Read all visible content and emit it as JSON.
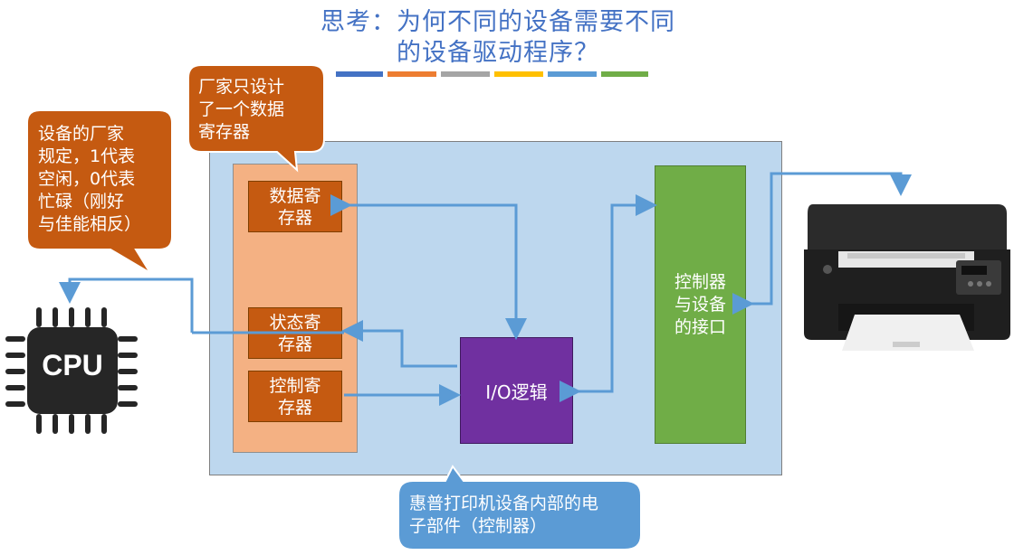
{
  "title": {
    "line1": "思考：为何不同的设备需要不同",
    "line2": "的设备驱动程序？"
  },
  "title_bar_colors": [
    "#4472c4",
    "#ed7d31",
    "#a5a5a5",
    "#ffc000",
    "#5b9bd5",
    "#70ad47"
  ],
  "registers": {
    "data": "数据寄\n存器",
    "status": "状态寄\n存器",
    "control": "控制寄\n存器"
  },
  "io_logic": "I/O逻辑",
  "controller_interface": "控制器\n与设备\n的接口",
  "callouts": {
    "manufacturer_rule": "设备的厂家\n规定，1代表\n空闲，0代表\n忙碌（刚好\n与佳能相反）",
    "manufacturer_design": "厂家只设计\n了一个数据\n寄存器",
    "hp_parts": "惠普打印机设备内部的电\n子部件（控制器）"
  },
  "cpu_label": "CPU",
  "colors": {
    "title": "#4472c4",
    "callout_orange": "#c55a11",
    "register_column": "#f4b183",
    "io_logic": "#7030a0",
    "controller": "#70ad47",
    "board": "#bdd7ee",
    "arrow": "#5b9bd5",
    "blue_callout": "#5b9bd5"
  },
  "icons": [
    "cpu-chip-icon",
    "printer-icon"
  ]
}
